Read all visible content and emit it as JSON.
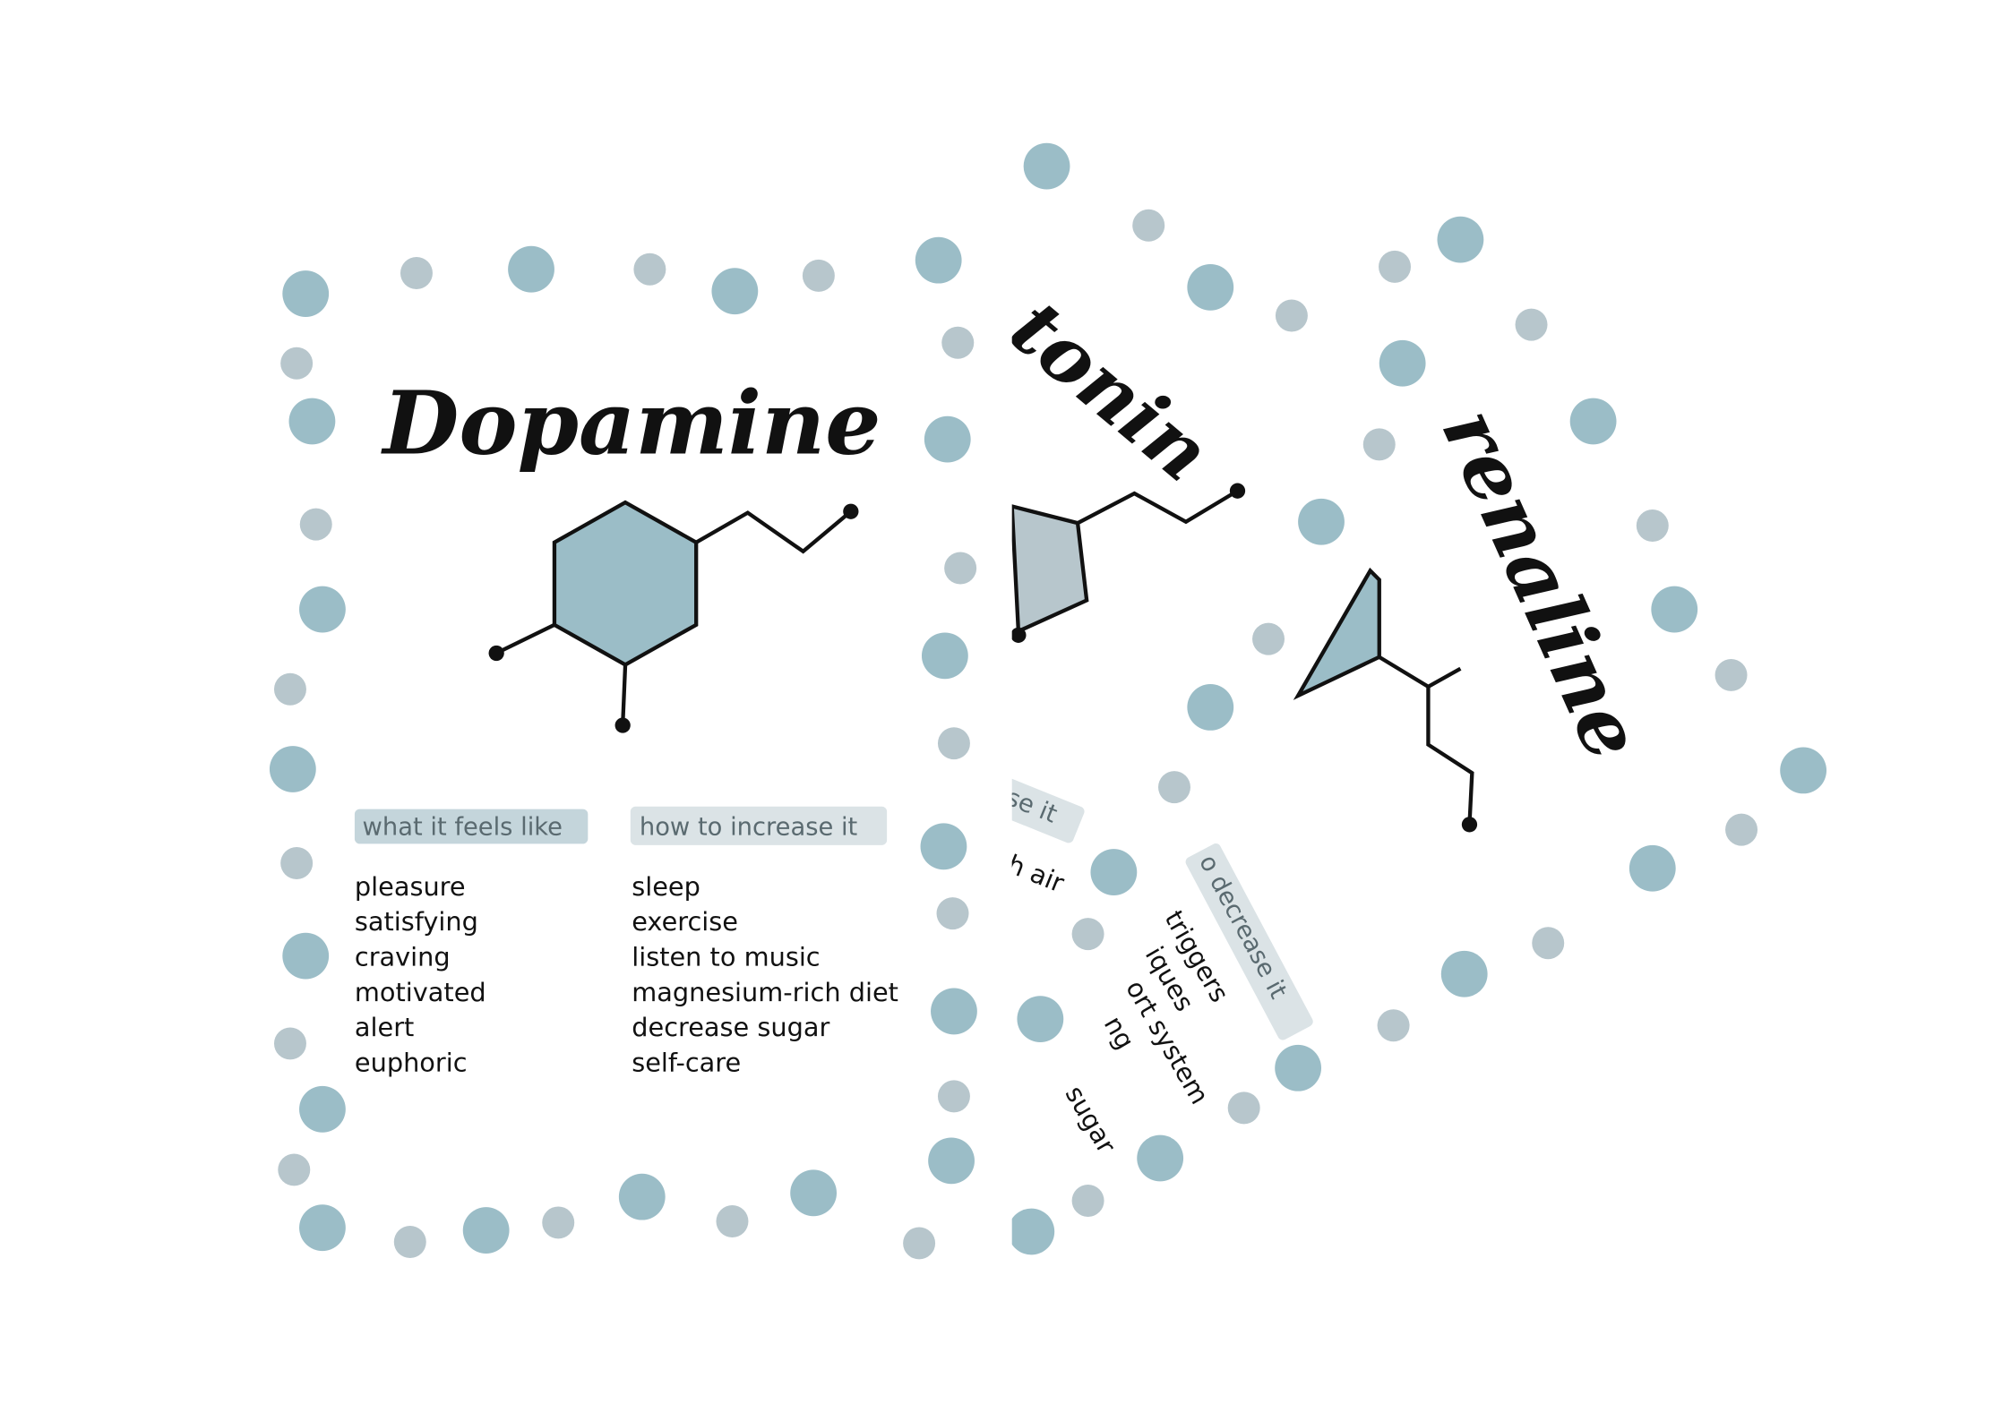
{
  "colors": {
    "dot_dark": "#9bbdc7",
    "dot_light": "#b7c6cc",
    "highlight": "#c9d6db",
    "ink": "#111111"
  },
  "dopamine": {
    "title": "Dopamine",
    "feels_header": "what it feels like",
    "increase_header": "how to increase it",
    "feels": [
      "pleasure",
      "satisfying",
      "craving",
      "motivated",
      "alert",
      "euphoric"
    ],
    "increase": [
      "sleep",
      "exercise",
      "listen to music",
      "magnesium-rich diet",
      "decrease sugar",
      "self-care"
    ]
  },
  "serotonin": {
    "title_fragment": "tonin",
    "header_fragment": "se it",
    "items_fragment": [
      "h air"
    ]
  },
  "adrenaline": {
    "title_fragment": "renaline",
    "header_fragment": "o decrease it",
    "items_fragment": [
      "triggers",
      "iques",
      "ort system",
      "ng",
      "sugar"
    ]
  }
}
